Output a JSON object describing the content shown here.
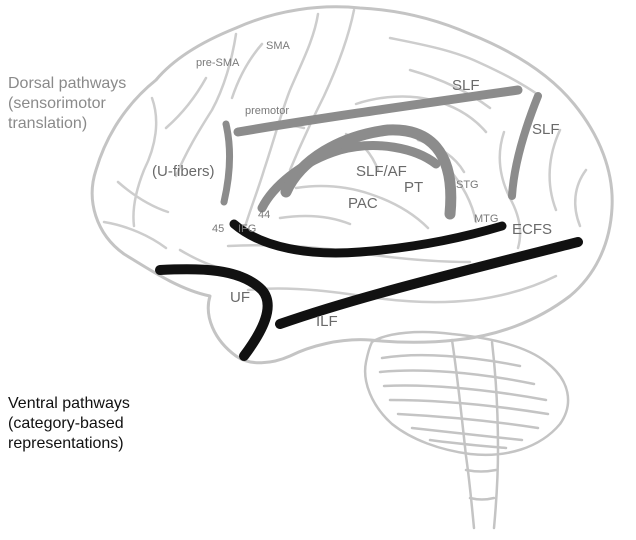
{
  "dorsal_caption": [
    "Dorsal pathways",
    "(sensorimotor",
    "translation)"
  ],
  "ventral_caption": [
    "Ventral pathways",
    "(category-based",
    "representations)"
  ],
  "region_labels": {
    "sma": "SMA",
    "pre_sma": "pre-SMA",
    "premotor": "premotor",
    "u_fibers": "(U-fibers)",
    "ba45": "45",
    "ba44": "44",
    "ifg": "IFG",
    "pac": "PAC",
    "pt": "PT",
    "stg": "STG",
    "mtg": "MTG"
  },
  "tract_labels": {
    "slf_top": "SLF",
    "slf_right": "SLF",
    "slf_af": "SLF/AF",
    "ecfs": "ECFS",
    "uf": "UF",
    "ilf": "ILF"
  },
  "colors": {
    "dorsal": "#8c8c8c",
    "ventral": "#111111",
    "brain_outline": "#c4c4c4",
    "label_gray": "#8a8a8a",
    "label_dark": "#6a6a6a"
  }
}
